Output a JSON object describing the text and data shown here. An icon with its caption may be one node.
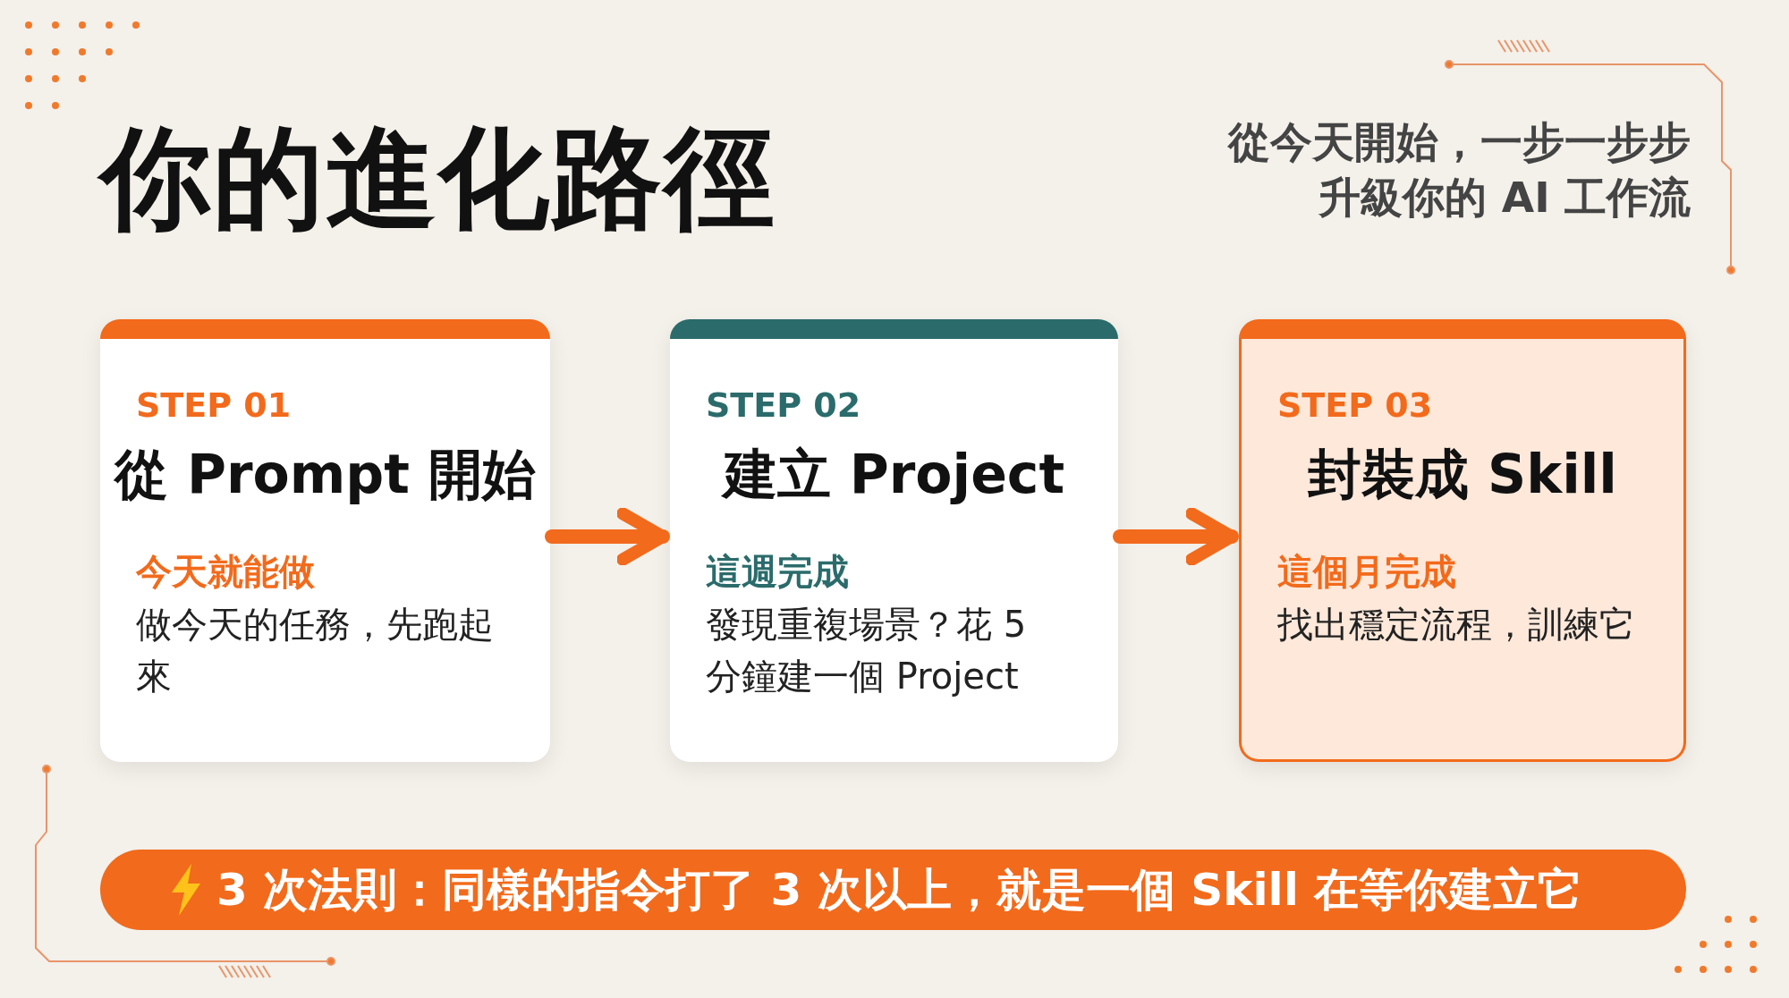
{
  "diagram": {
    "title": "你的進化路徑",
    "nodes": [
      {
        "text": [
          "STEP 01",
          "從 Prompt 開始",
          "今天就能做",
          "做今天的任務，先跑起來"
        ]
      },
      {
        "text": [
          "STEP 02",
          "建立 Project",
          "這週完成",
          "發現重複場景？花 5 分鐘建一個 Project"
        ]
      },
      {
        "text": [
          "STEP 03",
          "封裝成 Skill",
          "這個月完成",
          "找出穩定流程，訓練它"
        ]
      },
      {
        "text": [
          "3 次法則：同樣的指令打了 3 次以上，就是一個 Skill 在等你建立它"
        ]
      }
    ],
    "edges": [
      {
        "from": 0,
        "to": 1,
        "arrow": "to"
      },
      {
        "from": 1,
        "to": 2,
        "arrow": "to"
      }
    ],
    "labels": [
      "從今天開始，一步一步步升級你的 AI 工作流"
    ]
  }
}
